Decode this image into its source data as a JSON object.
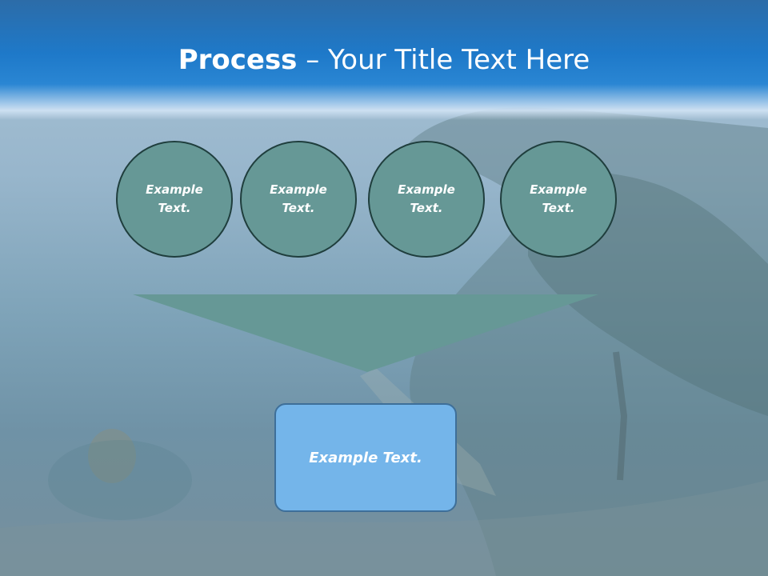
{
  "slide": {
    "title_bold": "Process",
    "title_rest": " – Your Title Text Here",
    "circles": [
      {
        "label": "Example Text."
      },
      {
        "label": "Example Text."
      },
      {
        "label": "Example Text."
      },
      {
        "label": "Example Text."
      }
    ],
    "result_box": {
      "label": "Example Text."
    }
  },
  "colors": {
    "header": "#1e79c9",
    "circle_fill": "#669896",
    "circle_border": "#1f3e3d",
    "funnel_fill": "#669896",
    "box_fill": "#74b5ea",
    "box_border": "#3e6f99"
  }
}
